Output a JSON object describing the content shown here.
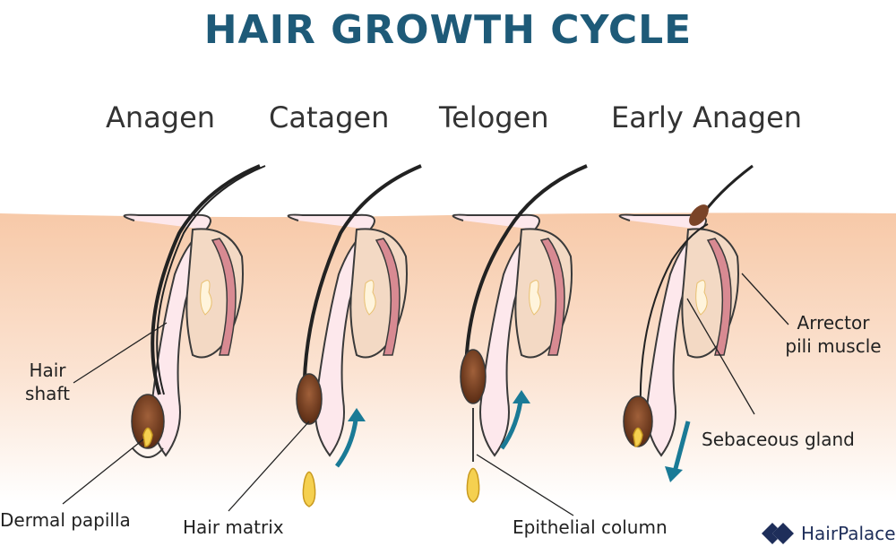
{
  "title": "HAIR GROWTH CYCLE",
  "stages": [
    "Anagen",
    "Catagen",
    "Telogen",
    "Early Anagen"
  ],
  "labels": {
    "hair_shaft": "Hair\nshaft",
    "dermal_papilla": "Dermal papilla",
    "hair_matrix": "Hair matrix",
    "epithelial_column": "Epithelial column",
    "arrector_pili": "Arrector\npili muscle",
    "sebaceous_gland": "Sebaceous gland"
  },
  "brand": "HairPalace",
  "colors": {
    "title": "#1e5a78",
    "arrow": "#1a7a96",
    "skin": "#f6cfb2",
    "hair": "#7a4428",
    "gland": "#f3d9c4",
    "muscle": "#d88a92"
  }
}
